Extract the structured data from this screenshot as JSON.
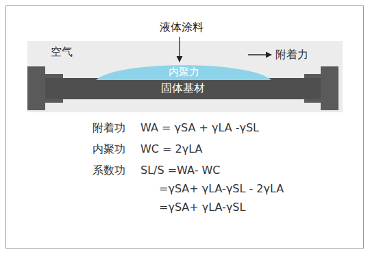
{
  "diagram": {
    "nodes": [
      {
        "text": [
          "内聚力"
        ]
      },
      {
        "text": [
          "固体基材"
        ]
      }
    ],
    "labels": [
      "液体涂料",
      "空气",
      "附着力",
      "附着功",
      "WA = γSA + γLA -γSL",
      "内聚功",
      "WC = 2γLA",
      "系数功",
      "SL/S =WA- WC",
      "=γSA+ γLA-γSL - 2γLA",
      "=γSA+ γLA-γSL"
    ]
  }
}
